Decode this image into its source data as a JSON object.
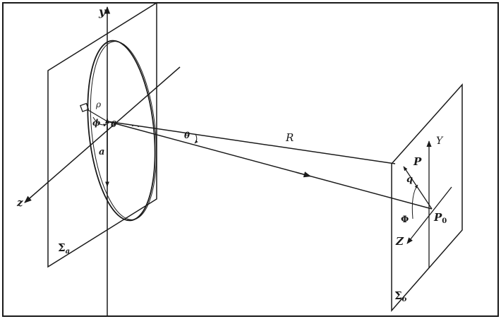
{
  "labels": {
    "y": "y",
    "z": "z",
    "a": "a",
    "rho": "ρ",
    "phi": "ϕ",
    "origin": "0",
    "theta": "θ",
    "R": "R",
    "P": "P",
    "q": "q",
    "Y": "Y",
    "Phi": "Φ",
    "P0": "P",
    "P0_sub": "0",
    "Z": "Z",
    "sigma_a": "Σ",
    "sigma_a_sub": "a",
    "sigma_o": "Σ",
    "sigma_o_sub": "o"
  }
}
